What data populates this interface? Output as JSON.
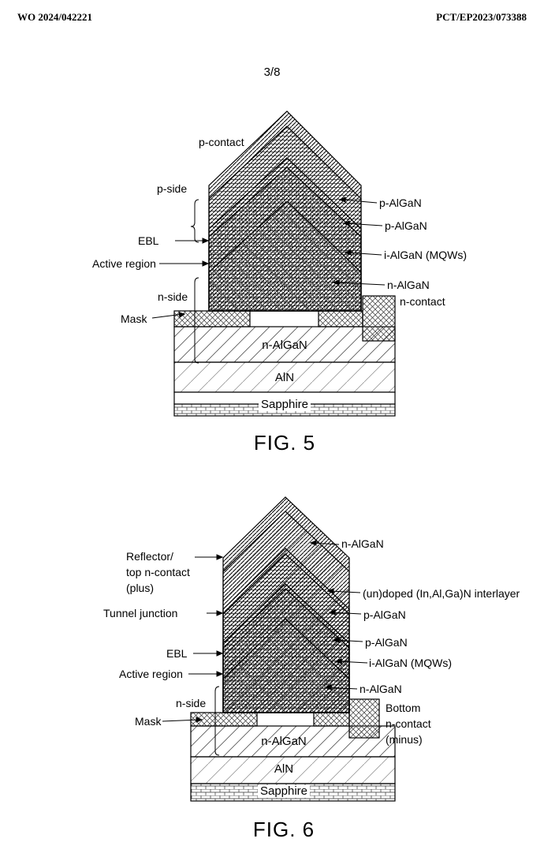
{
  "header": {
    "left": "WO 2024/042221",
    "right": "PCT/EP2023/073388"
  },
  "page_number": "3/8",
  "fig5": {
    "caption": "FIG. 5",
    "labels": {
      "p_contact": "p-contact",
      "p_side": "p-side",
      "ebl": "EBL",
      "active_region": "Active region",
      "n_side": "n-side",
      "mask": "Mask",
      "p_algan_1": "p-AlGaN",
      "p_algan_2": "p-AlGaN",
      "i_algan": "i-AlGaN (MQWs)",
      "n_algan": "n-AlGaN",
      "n_contact": "n-contact",
      "n_algan_base": "n-AlGaN",
      "aln": "AlN",
      "sapphire": "Sapphire"
    }
  },
  "fig6": {
    "caption": "FIG. 6",
    "labels": {
      "reflector": "Reflector/",
      "top_n_contact": "top n-contact",
      "plus": "(plus)",
      "tunnel_junction": "Tunnel junction",
      "ebl": "EBL",
      "active_region": "Active region",
      "n_side": "n-side",
      "mask": "Mask",
      "n_algan_top": "n-AlGaN",
      "interlayer": "(un)doped (In,Al,Ga)N interlayer",
      "p_algan_1": "p-AlGaN",
      "p_algan_2": "p-AlGaN",
      "i_algan": "i-AlGaN (MQWs)",
      "n_algan": "n-AlGaN",
      "bottom": "Bottom",
      "bottom_n_contact": "n-contact",
      "minus": "(minus)",
      "n_algan_base": "n-AlGaN",
      "aln": "AlN",
      "sapphire": "Sapphire"
    }
  }
}
